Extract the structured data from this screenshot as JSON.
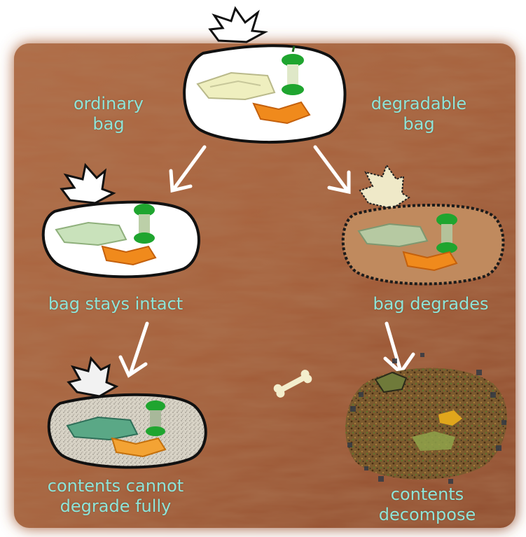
{
  "labels": {
    "ordinary_bag": [
      "ordinary",
      "bag"
    ],
    "degradable_bag": [
      "degradable",
      "bag"
    ],
    "bag_stays_intact": "bag stays intact",
    "bag_degrades": "bag degrades",
    "contents_cannot_degrade": [
      "contents cannot",
      "degrade fully"
    ],
    "contents_decompose": [
      "contents",
      "decompose"
    ]
  },
  "colors": {
    "soil_light": "#b9764e",
    "soil_dark": "#7a3d22",
    "label_text": "#8ee4d8",
    "arrow": "#ffffff",
    "apple_green": "#1fa52f",
    "orange_peel": "#f08a1c",
    "paper_yellow": "#efefbf"
  }
}
